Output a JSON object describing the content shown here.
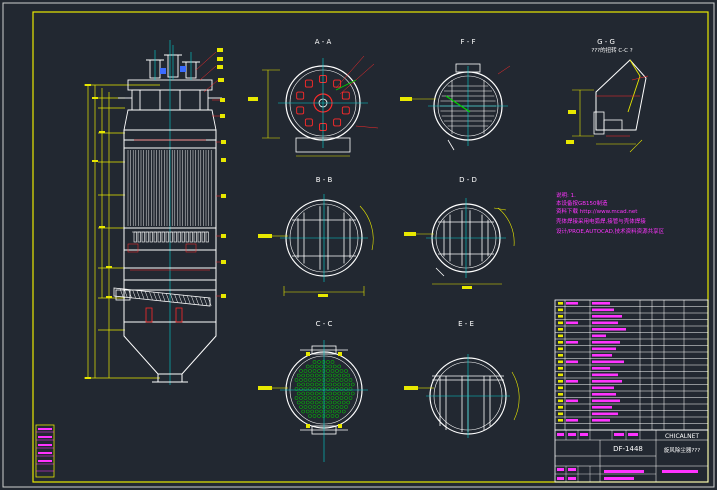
{
  "drawing": {
    "views": [
      {
        "id": "a",
        "label": "A - A"
      },
      {
        "id": "f",
        "label": "F - F"
      },
      {
        "id": "g",
        "label": "G - G"
      },
      {
        "id": "b",
        "label": "B - B"
      },
      {
        "id": "d",
        "label": "D - D"
      },
      {
        "id": "c",
        "label": "C - C"
      },
      {
        "id": "e",
        "label": "E - E"
      }
    ],
    "g_subtitle": "???的扭转 C-C ?",
    "notes": [
      "说明: 1.",
      "本设备按GB150制造",
      "资料下载 http://www.mcad.net",
      "壳体焊接采用电弧焊,接管与壳体焊接",
      "设计/PROE,AUTOCAD,技术资料资源共享区"
    ],
    "title_block": {
      "drawing_no": "DF-1448",
      "company": "CHICALNET",
      "name": "旋风除尘器???"
    },
    "colors": {
      "background": "#222831",
      "frame": "#e8e800",
      "geometry": "#ffffff",
      "dimension": "#e8e800",
      "leader": "#ff2a2a",
      "note": "#ff33ff",
      "centerline": "#00d2d2",
      "hatch": "#00d200",
      "dim_blue": "#4466ff"
    }
  }
}
